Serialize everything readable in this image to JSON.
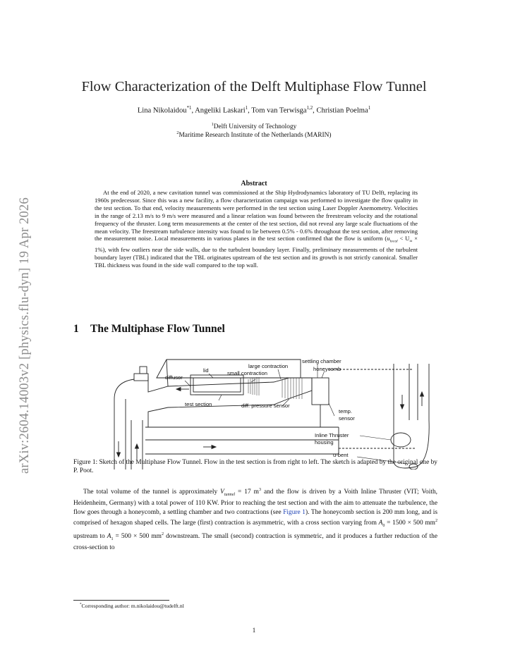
{
  "arxiv_id": "arXiv:2604.14003v2  [physics.flu-dyn]  19 Apr 2026",
  "title": "Flow Characterization of the Delft Multiphase Flow Tunnel",
  "authors": [
    {
      "name": "Lina Nikolaidou",
      "mark": "*1"
    },
    {
      "name": "Angeliki Laskari",
      "mark": "1"
    },
    {
      "name": "Tom van Terwisga",
      "mark": "1,2"
    },
    {
      "name": "Christian Poelma",
      "mark": "1"
    }
  ],
  "affiliations": [
    {
      "mark": "1",
      "text": "Delft University of Technology"
    },
    {
      "mark": "2",
      "text": "Maritime Research Institute of the Netherlands (MARIN)"
    }
  ],
  "abstract": {
    "heading": "Abstract",
    "part1": "At the end of 2020, a new cavitation tunnel was commissioned at the Ship Hydrodynamics laboratory of TU Delft, replacing its 1960s predecessor. Since this was a new facility, a flow characterization campaign was performed to investigate the flow quality in the test section. To that end, velocity measurements were performed in the test section using Laser Doppler Anemometry. Velocities in the range of 2.13 m/s to 9 m/s were measured and a linear relation was found between the freestream velocity and the rotational frequency of the thruster. Long term measurements at the center of the test section, did not reveal any large scale fluctuations of the mean velocity. The freestream turbulence intensity was found to lie between 0.5% - 0.6% throughout the test section, after removing the measurement noise. Local measurements in various planes in the test section confirmed that the flow is uniform (",
    "math": "u",
    "math_sub": "local",
    "math_rest": " < U",
    "math_sub2": "∞",
    "math_end": " × 1%",
    "part2": "), with few outliers near the side walls, due to the turbulent boundary layer. Finally, preliminary measurements of the turbulent boundary layer (TBL) indicated that the TBL originates upstream of the test section and its growth is not strictly canonical. Smaller TBL thickness was found in the side wall compared to the top wall."
  },
  "section": {
    "number": "1",
    "title": "The Multiphase Flow Tunnel"
  },
  "figure_labels": {
    "diffusor": "diffusor",
    "lid": "lid",
    "small_contraction": "small contraction",
    "large_contraction": "large contraction",
    "settling_chamber": "settling chamber",
    "honeycomb": "honeycomb",
    "test_section": "test section",
    "diff_pressure_sensor": "diff. pressure sensor",
    "temp_sensor_1": "temp.",
    "temp_sensor_2": "sensor",
    "inline_thruster_1": "Inline Thruster",
    "inline_thruster_2": "housing",
    "u_bent": "u-bent"
  },
  "caption": {
    "label": "Figure 1:",
    "text": " Sketch of the Multiphase Flow Tunnel. Flow in the test section is from right to left. The sketch is adapted by the original one by P. Poot."
  },
  "body": {
    "t1": "The total volume of the tunnel is approximately ",
    "v_sym": "V",
    "v_sub": "tunnel",
    "t2": " = 17 m",
    "t2_sup": "3",
    "t3": " and the flow is driven by a Voith Inline Thruster (VIT; Voith, Heidenheim, Germany) with a total power of 110 KW. Prior to reaching the test section and with the aim to attenuate the turbulence, the flow goes through a honeycomb, a settling chamber and two contractions (see ",
    "link": "Figure 1",
    "t4": "). The honeycomb section is 200 mm long, and is comprised of hexagon shaped cells. The large (first) contraction is asymmetric, with a cross section varying from ",
    "a0": "A",
    "a0_sub": "0",
    "t5": " = 1500 × 500 mm",
    "t5_sup": "2",
    "t6": " upstream to ",
    "a1": "A",
    "a1_sub": "1",
    "t7": " = 500 × 500 mm",
    "t7_sup": "2",
    "t8": " downstream. The small (second) contraction is symmetric, and it produces a further reduction of the cross-section to"
  },
  "footnote": {
    "mark": "*",
    "text": "Corresponding author: m.nikolaidou@tudelft.nl"
  },
  "page_number": "1"
}
